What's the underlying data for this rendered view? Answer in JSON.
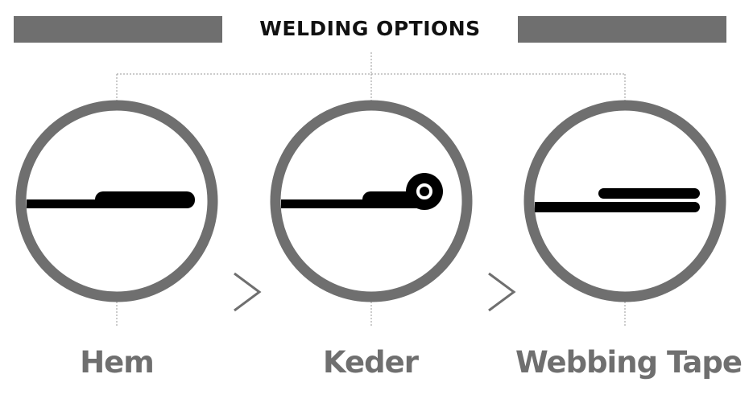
{
  "header": {
    "title": "WELDING OPTIONS"
  },
  "options": [
    {
      "label": "Hem",
      "icon": "hem-weld-icon"
    },
    {
      "label": "Keder",
      "icon": "keder-weld-icon"
    },
    {
      "label": "Webbing Tape",
      "icon": "webbing-tape-weld-icon"
    }
  ],
  "colors": {
    "ring": "#6f6f6f",
    "material": "#000000",
    "connector": "#9a9a9a",
    "label": "#6f6f6f"
  }
}
